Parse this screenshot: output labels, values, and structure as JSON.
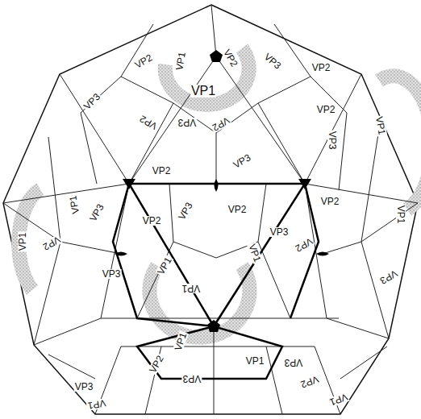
{
  "diagram": {
    "labels": [
      "VP1",
      "VP2",
      "VP1",
      "VP2",
      "VP3",
      "VP3",
      "VP2",
      "VP3",
      "VP2",
      "VP2",
      "VP3",
      "VP2",
      "VP2",
      "VP3",
      "VP1",
      "VP1",
      "VP1",
      "VP3",
      "VP2",
      "VP1",
      "VP3",
      "VP2",
      "VP2",
      "VP3",
      "VP2",
      "VP3",
      "VP2",
      "VP3",
      "VP1",
      "VP1",
      "VP1",
      "VP1",
      "VP3",
      "VP2",
      "VP1",
      "VP3",
      "VP1",
      "VP3",
      "VP2",
      "VP1"
    ]
  }
}
